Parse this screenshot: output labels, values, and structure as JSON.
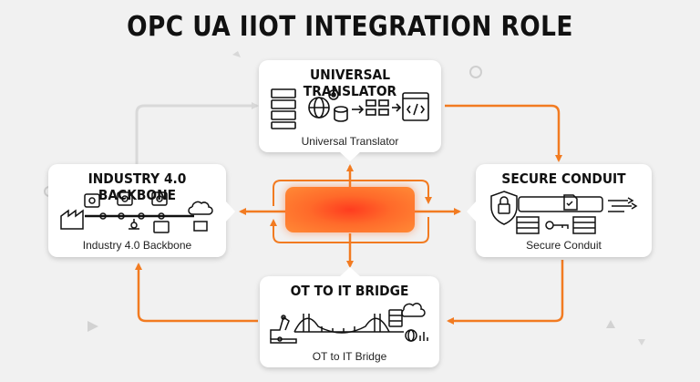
{
  "title": "OPC UA IIOT INTEGRATION ROLE",
  "colors": {
    "accent": "#f27b21",
    "background": "#f1f1f1",
    "card": "#ffffff",
    "ink": "#111111"
  },
  "cards": {
    "top": {
      "title": "UNIVERSAL TRANSLATOR",
      "caption": "Universal Translator"
    },
    "left": {
      "title": "INDUSTRY 4.0 BACKBONE",
      "caption": "Industry 4.0 Backbone"
    },
    "right": {
      "title": "SECURE CONDUIT",
      "caption": "Secure Conduit"
    },
    "bottom": {
      "title": "OT TO IT BRIDGE",
      "caption": "OT to IT Bridge"
    }
  },
  "center": {
    "label": ""
  }
}
